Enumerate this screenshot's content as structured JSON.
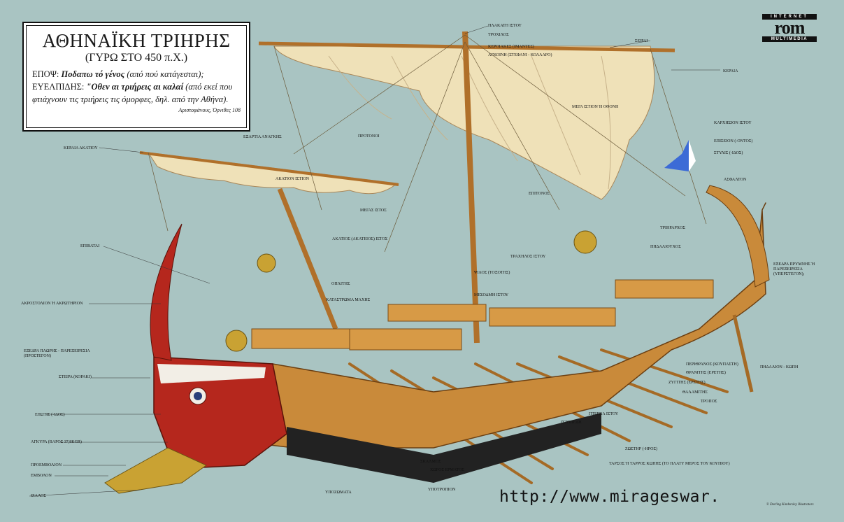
{
  "title_box": {
    "title": "ΑΘΗΝΑΪΚΗ ΤΡΙΗΡΗΣ",
    "subtitle": "(ΓΥΡΩ ΣΤΟ 450 π.Χ.)",
    "line1_speaker": "ΕΠΟΨ:",
    "line1_quote": "Ποδαπω τό γένος",
    "line1_rest": "(από πού κατάγεσται);",
    "line2_speaker": "ΕΥΕΛΠΙΔΗΣ:",
    "line2_quote": "\"Οθεν αι τριήρεις αι καλαί",
    "line2_rest": "(από εκεί που",
    "line3": "φτιάχνουν τις τριήρεις τις όμορφες, δηλ. από την Αθήνα).",
    "source": "Αριστοφάνους, Όρνιθες 108"
  },
  "logo": {
    "top": "INTERNET",
    "mid": "rom",
    "bottom": "MULTIMEDIA"
  },
  "url": "http://www.mirageswar.",
  "copyright": "© Dorling Kindersley Illustrators",
  "labels": {
    "l01": "ΗΛΑΚΑΤΗ ΙΣΤΟΥ",
    "l02": "ΤΡΟΧΙΛΟΣ",
    "l03": "ΚΕΡΟΙΑΚΕΣ (ΙΜΑΝΤΕΣ)",
    "l04": "ΑΓΚΟΙΝΗ (ΣΤΕΦΑΝΙ - ΚΟΛΛΑΡΟ)",
    "l05": "ΣΕΙΡΑΙ",
    "l06": "ΚΕΡΑΙΑ",
    "l07": "ΜΕΓΑ ΙΣΤΙΟΝ Ή ΟΘΟΝΗ",
    "l08": "ΚΑΡΧΗΣΙΟΝ ΙΣΤΟΥ",
    "l09": "ΕΠΙΣΕΙΟΝ (-ΟΝΤΟΣ)",
    "l10": "ΣΤΥΛΙΣ (-ΙΔΟΣ)",
    "l11": "ΑΣΦΑΛΤΟΝ",
    "l12": "ΤΡΙΗΡΑΡΧΟΣ",
    "l13": "ΠΗΔΑΛΙΟΥΧΟΣ",
    "l14": "ΕΞΕΔΡΑ ΠΡΥΜΝΗΣ Ή ΠΑΡΕΞΕΙΡΕΣΙΑ (ΥΠΕΡΣΤΕΓΟΝ);",
    "l15": "ΚΕΡΑΙΑ ΑΚΑΤΙΟΥ",
    "l16": "ΕΞΑΡΤΙΑ ΑΝΑΓΚΗΣ",
    "l17": "ΠΡΟΤΟΝΟΙ",
    "l18": "ΑΚΑΤΙΟΝ ΙΣΤΙΟΝ",
    "l19": "ΕΠΙΤΟΝΟΣ",
    "l20": "ΜΕΓΑΣ ΙΣΤΟΣ",
    "l21": "ΑΚΑΤΙΟΣ (ΑΚΑΤΕΙΟΣ) ΙΣΤΟΣ",
    "l22": "ΕΠΙΒΑΤΑΙ",
    "l23": "ΤΡΑΧΗΛΟΣ ΙΣΤΟΥ",
    "l24": "ΨΙΛΟΣ (ΤΟΞΟΤΗΣ)",
    "l25": "ΟΠΛΙΤΗΣ",
    "l26": "ΜΕΣΟΔΜΗ ΙΣΤΟΥ",
    "l27": "ΑΚΡΟΣΤΟΛΙΟΝ Ή ΑΚΡΩΤΗΡΙΟΝ",
    "l28": "ΚΑΤΑΣΤΡΩΜΑ ΜΑΧΗΣ",
    "l29": "ΕΞΕΔΡΑ ΠΛΩΡΗΣ - ΠΑΡΕΞΕΙΡΕΣΙΑ (ΠΡΟΣΤΕΓΟΝ)",
    "l30": "ΣΤΕΙΡΑ (ΚΟΡΑΚΙ)",
    "l31": "ΠΕΡΙΘΡΑΝΟΣ (ΚΟΥΠΑΣΤΗ)",
    "l32": "ΘΡΑΝΙΤΗΣ (ΕΡΕΤΗΣ)",
    "l33": "ΖΥΓΙΤΗΣ (ΕΡΕΤΗΣ)",
    "l34": "ΠΗΔΑΛΙΟΝ - ΚΩΠΗ",
    "l35": "ΘΑΛΑΜΙΤΗΣ",
    "l36": "ΤΡΟΠΟΣ",
    "l37": "ΕΠΩΤΙΣ (-ΙΔΟΣ)",
    "l38": "ΠΤΕΡΝΑ ΙΣΤΟΥ",
    "l39": "ΙΣΤΟΠΕΔΗ",
    "l40": "ΑΓΚΥΡΑ (ΒΑΡΟΣ 37,8kgr)",
    "l41": "ΖΩΣΤΗΡ (-ΗΡΟΣ)",
    "l42": "ΠΡΟΕΜΒΟΛΙΟΝ",
    "l43": "ΣΚΑΛΜΟΣ",
    "l44": "ΕΜΒΟΛΟΝ",
    "l45": "ΧΩΡΟΣ ΕΡΜΑΤΟΣ",
    "l46": "ΤΑΡΣΟΣ Ή ΤΑΡΡΟΣ ΚΩΠΗΣ (ΤΟ ΠΛΑΤΥ ΜΕΡΟΣ ΤΟΥ ΚΟΥΠΙΟΥ)",
    "l47": "ΥΠΟΖΩΜΑΤΑ",
    "l48": "ΥΠΟΤΡΟΠΙΟΝ",
    "l49": "ΙΖΑΛΟΣ"
  },
  "colors": {
    "sea": "#a9c4c2",
    "sail": "#efe1b8",
    "wood": "#c98a3a",
    "hull_red": "#b5271d",
    "ram": "#c9a233"
  }
}
